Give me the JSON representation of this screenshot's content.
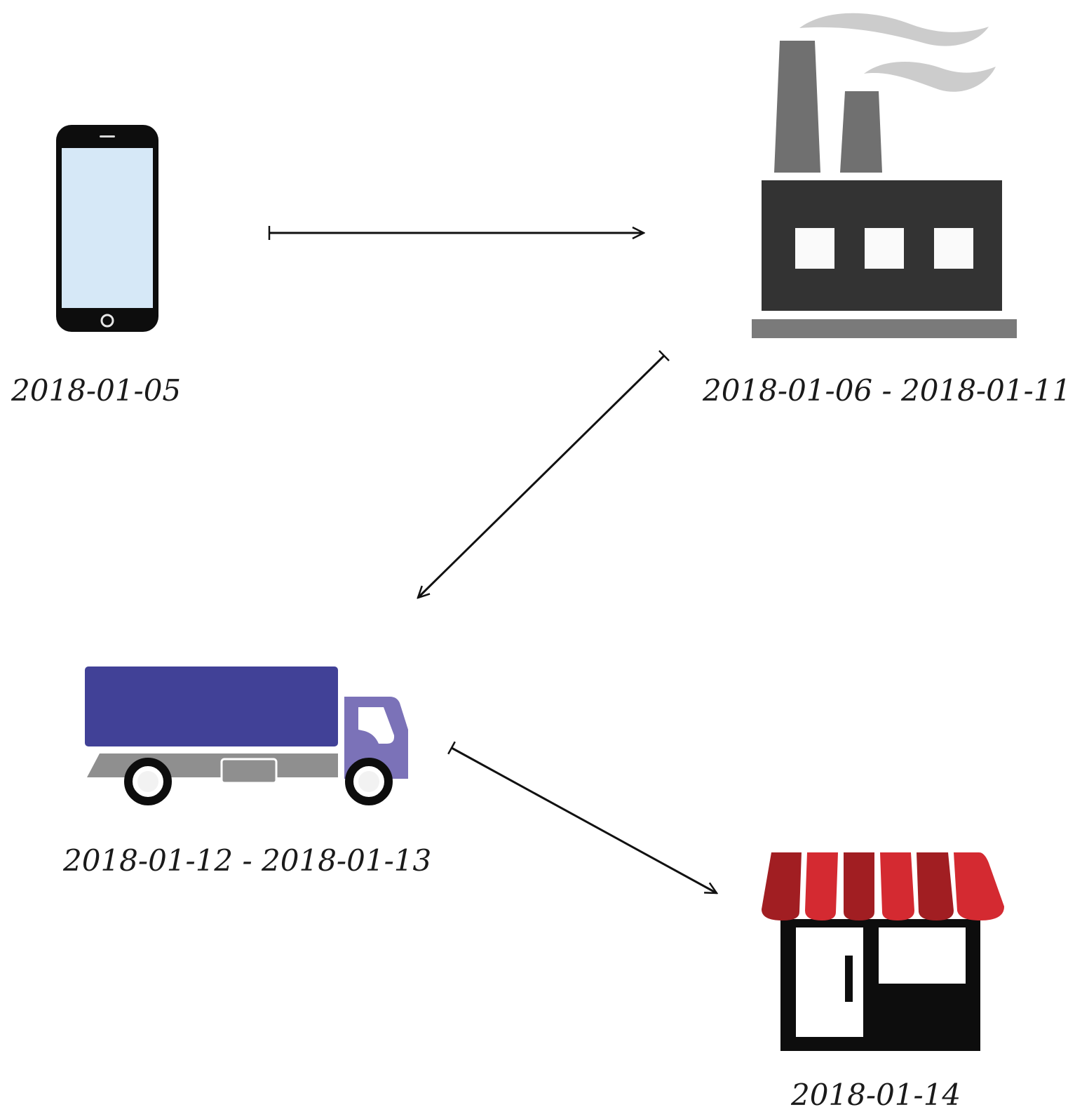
{
  "diagram": {
    "nodes": [
      {
        "id": "phone",
        "icon": "smartphone-icon",
        "date": "2018-01-05"
      },
      {
        "id": "factory",
        "icon": "factory-icon",
        "date": "2018-01-06 - 2018-01-11"
      },
      {
        "id": "truck",
        "icon": "truck-icon",
        "date": "2018-01-12 - 2018-01-13"
      },
      {
        "id": "shop",
        "icon": "shop-icon",
        "date": "2018-01-14"
      }
    ],
    "edges": [
      {
        "from": "phone",
        "to": "factory"
      },
      {
        "from": "factory",
        "to": "truck"
      },
      {
        "from": "truck",
        "to": "shop"
      }
    ],
    "colors": {
      "phone_screen": "#d6e8f7",
      "factory_body": "#333333",
      "factory_chimney": "#707070",
      "smoke": "#cccccc",
      "truck_cargo": "#414197",
      "truck_cab": "#7b72b8",
      "truck_chassis": "#8f8f8f",
      "awning_dark": "#a11e22",
      "awning_light": "#d42a31",
      "arrow": "#111111"
    }
  }
}
